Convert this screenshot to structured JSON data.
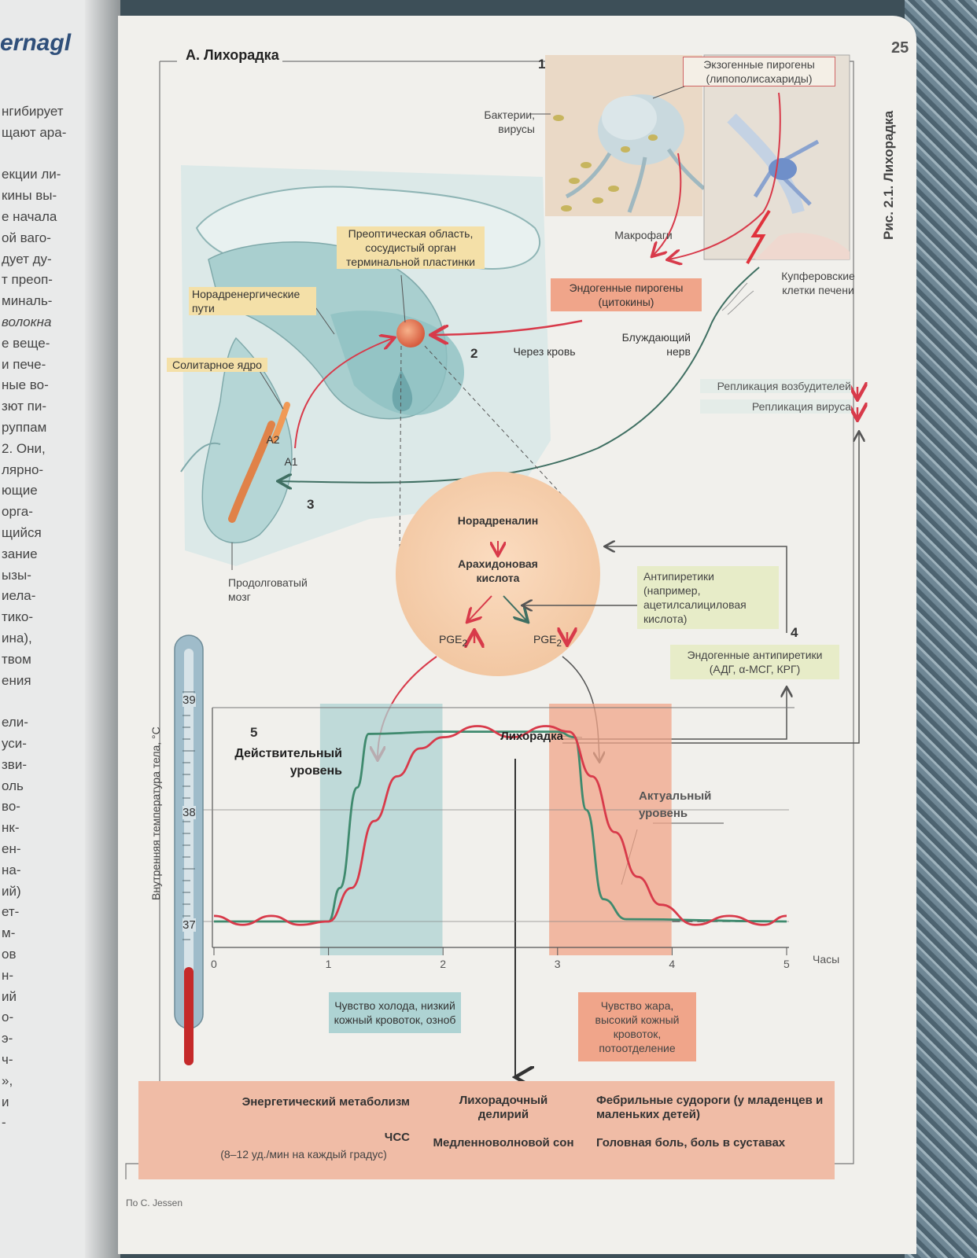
{
  "left_page": {
    "header": "ernagl",
    "lines": [
      "нгибирует",
      "щают ара-",
      "",
      "екции ли-",
      "кины вы-",
      "е начала",
      "ой ваго-",
      "дует ду-",
      "т преоп-",
      "миналь-",
      "волокна",
      "е веще-",
      "и пече-",
      "ные во-",
      "зют пи-",
      "руппам",
      "2. Они,",
      "лярно-",
      "ющие",
      "орга-",
      "щийся",
      "зание",
      "ызы-",
      "иела-",
      "тико-",
      "ина),",
      "твом",
      "ения",
      "",
      "ели-",
      "уси-",
      "зви-",
      "оль",
      "во-",
      "нк-",
      "ен-",
      "на-",
      "ий)",
      "ет-",
      "м-",
      "ов",
      "н-",
      "ий",
      "о-",
      "э-",
      "ч-",
      "»,",
      "и",
      "-"
    ]
  },
  "page_number": "25",
  "side_caption": "Рис. 2.1.  Лихорадка",
  "section_title": "А. Лихорадка",
  "markers": {
    "m1": "1",
    "m2": "2",
    "m3": "3",
    "m4": "4",
    "m5": "5"
  },
  "labels": {
    "exo": "Экзогенные пирогены (липополисахариды)",
    "bacteria": "Бактерии, вирусы",
    "macrophages": "Макрофаги",
    "kupffer": "Купферовские клетки печени",
    "preoptic": "Преоптическая область, сосудистый орган терминальной пластинки",
    "noradr_paths": "Норадренергические пути",
    "solitary": "Солитарное ядро",
    "endo_pyro": "Эндогенные пирогены (цитокины)",
    "via_blood": "Через кровь",
    "vagus": "Блуждающий нерв",
    "replication1": "Репликация возбудителей",
    "replication2": "Репликация вируса",
    "a2": "A2",
    "a1": "A1",
    "medulla": "Продолговатый мозг",
    "noradrenaline": "Норадреналин",
    "arachidonic": "Арахидоновая кислота",
    "pge_up": "PGE",
    "pge_down": "PGE",
    "pge_sub": "2",
    "antipyretics": "Антипиретики (например, ацетилсалициловая кислота)",
    "endo_antipyretics": "Эндогенные антипиретики (АДГ, α-МСГ, КРГ)",
    "set_level": "Действительный уровень",
    "fever": "Лихорадка",
    "actual_level": "Актуальный уровень",
    "cold": "Чувство холода, низкий кожный кровоток, озноб",
    "heat": "Чувство жара, высокий кожный кровоток, потоотделение",
    "y_axis_title": "Внутренняя температура тела, °C",
    "x_axis_title": "Часы",
    "credit": "По C. Jessen"
  },
  "bottom_box": {
    "energy": "Энергетический метаболизм",
    "hr": "ЧСС",
    "hr_note": "(8–12 уд./мин на каждый градус)",
    "delirium": "Лихорадочный делирий",
    "sleep": "Медленноволновой сон",
    "seizures": "Фебрильные судороги (у младенцев и маленьких детей)",
    "headache": "Головная боль, боль в суставах"
  },
  "colors": {
    "red": "#d83a4a",
    "green": "#3f8a6e",
    "salmon": "#f0a58a",
    "yellow": "#f4e0a8",
    "teal": "#aed3d3"
  },
  "chart_data": {
    "type": "line",
    "title": "",
    "xlabel": "Часы",
    "ylabel": "Внутренняя температура тела, °C",
    "xlim": [
      0,
      5
    ],
    "ylim": [
      36.9,
      39
    ],
    "x_ticks": [
      "0",
      "1",
      "2",
      "3",
      "4",
      "5"
    ],
    "y_ticks": [
      "37",
      "38",
      "39"
    ],
    "series": [
      {
        "name": "Действительный уровень",
        "color": "#3f8a6e",
        "x": [
          0,
          1,
          1.1,
          1.25,
          1.35,
          2,
          3,
          3.15,
          3.25,
          3.4,
          3.6,
          5
        ],
        "y": [
          37.0,
          37.0,
          37.3,
          38.2,
          38.68,
          38.7,
          38.7,
          38.65,
          38.0,
          37.2,
          37.02,
          37.0
        ]
      },
      {
        "name": "Актуальный уровень",
        "color": "#d83a4a",
        "x": [
          0,
          0.25,
          0.5,
          0.75,
          1,
          1.2,
          1.4,
          1.6,
          1.8,
          2,
          2.3,
          2.6,
          2.9,
          3.1,
          3.3,
          3.5,
          3.7,
          3.9,
          4.2,
          4.5,
          4.8,
          5
        ],
        "y": [
          37.05,
          36.97,
          37.05,
          36.97,
          37.0,
          37.3,
          37.9,
          38.3,
          38.55,
          38.65,
          38.75,
          38.65,
          38.75,
          38.7,
          38.3,
          37.8,
          37.4,
          37.15,
          36.97,
          37.05,
          36.97,
          37.05
        ]
      }
    ],
    "shaded_regions": [
      {
        "label": "Чувство холода, низкий кожный кровоток, озноб",
        "x": [
          1.05,
          2.05
        ],
        "color": "#aed3d3"
      },
      {
        "label": "Чувство жара, высокий кожный кровоток, потоотделение",
        "x": [
          3.05,
          4.05
        ],
        "color": "#f0a58a"
      }
    ],
    "grid": false,
    "legend": "none"
  }
}
